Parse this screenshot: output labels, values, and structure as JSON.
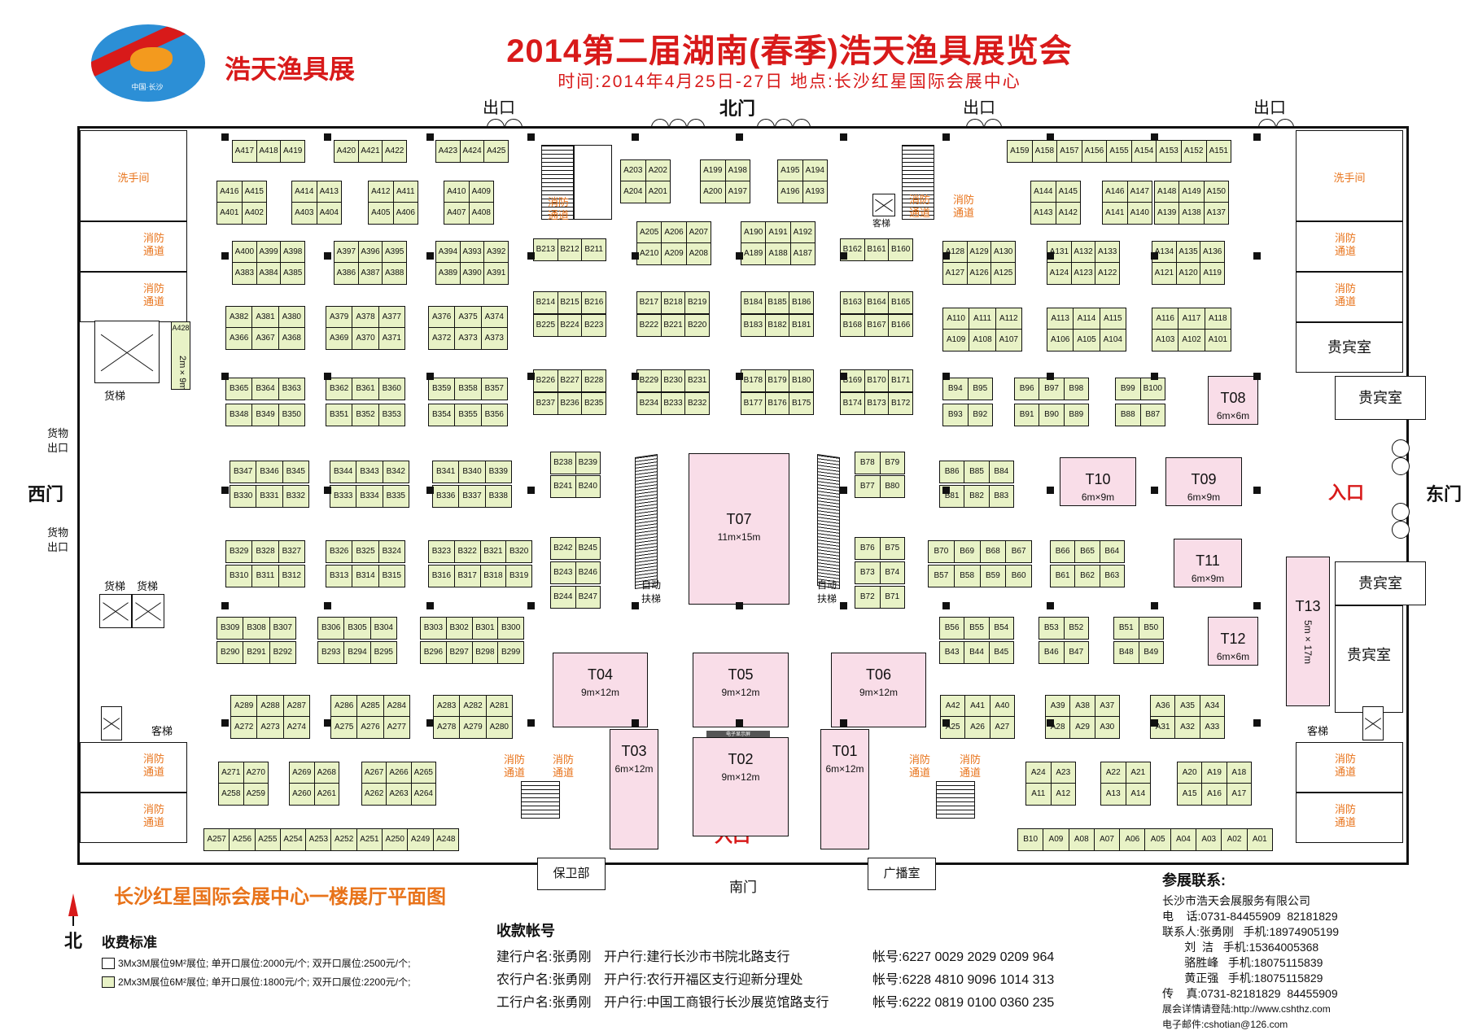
{
  "header": {
    "title": "2014第二届湖南(春季)浩天渔具展览会",
    "subtitle": "时间:2014年4月25日-27日    地点:长沙红星国际会展中心",
    "logo_name": "浩天渔具展",
    "logo_sub": "中国·长沙"
  },
  "gates": {
    "north": "北门",
    "south": "南门",
    "west": "西门",
    "east": "东门",
    "exit": "出口",
    "entrance": "入口",
    "cargo_exit": "货物\n出口"
  },
  "rooms": {
    "restroom": "洗手间",
    "fire_passage": "消防\n通道",
    "vip": "贵宾室",
    "cargo_lift": "货梯",
    "passenger_lift": "客梯",
    "escalator": "自动\n扶梯",
    "security": "保卫部",
    "broadcast": "广播室",
    "a428_size": "2m×9m",
    "screen": "电子显示屏"
  },
  "booth_rows": [
    {
      "id": "r1a",
      "codes": [
        "A417",
        "A418",
        "A419"
      ]
    },
    {
      "id": "r1b",
      "codes": [
        "A420",
        "A421",
        "A422"
      ]
    },
    {
      "id": "r1c",
      "codes": [
        "A423",
        "A424",
        "A425"
      ]
    },
    {
      "id": "r2a",
      "codes": [
        "A416",
        "A415"
      ]
    },
    {
      "id": "r2b",
      "codes": [
        "A414",
        "A413"
      ]
    },
    {
      "id": "r2c",
      "codes": [
        "A412",
        "A411"
      ]
    },
    {
      "id": "r2d",
      "codes": [
        "A410",
        "A409"
      ]
    },
    {
      "id": "r3a",
      "codes": [
        "A401",
        "A402"
      ]
    },
    {
      "id": "r3b",
      "codes": [
        "A403",
        "A404"
      ]
    },
    {
      "id": "r3c",
      "codes": [
        "A405",
        "A406"
      ]
    },
    {
      "id": "r3d",
      "codes": [
        "A407",
        "A408"
      ]
    },
    {
      "id": "c1a",
      "codes": [
        "A203",
        "A202"
      ]
    },
    {
      "id": "c1b",
      "codes": [
        "A204",
        "A201"
      ]
    },
    {
      "id": "c1c",
      "codes": [
        "A199",
        "A198"
      ]
    },
    {
      "id": "c1d",
      "codes": [
        "A200",
        "A197"
      ]
    },
    {
      "id": "c1e",
      "codes": [
        "A195",
        "A194"
      ]
    },
    {
      "id": "c1f",
      "codes": [
        "A196",
        "A193"
      ]
    },
    {
      "id": "c2a",
      "codes": [
        "A205",
        "A206",
        "A207"
      ]
    },
    {
      "id": "c2b",
      "codes": [
        "A210",
        "A209",
        "A208"
      ]
    },
    {
      "id": "c2c",
      "codes": [
        "A190",
        "A191",
        "A192"
      ]
    },
    {
      "id": "c2d",
      "codes": [
        "A189",
        "A188",
        "A187"
      ]
    },
    {
      "id": "e1",
      "codes": [
        "A159",
        "A158",
        "A157",
        "A156",
        "A155",
        "A154",
        "A153",
        "A152",
        "A151"
      ]
    },
    {
      "id": "e2a",
      "codes": [
        "A144",
        "A145"
      ]
    },
    {
      "id": "e2b",
      "codes": [
        "A146",
        "A147"
      ]
    },
    {
      "id": "e2c",
      "codes": [
        "A148",
        "A149",
        "A150"
      ]
    },
    {
      "id": "e3a",
      "codes": [
        "A143",
        "A142"
      ]
    },
    {
      "id": "e3b",
      "codes": [
        "A141",
        "A140"
      ]
    },
    {
      "id": "e3c",
      "codes": [
        "A139",
        "A138",
        "A137"
      ]
    },
    {
      "id": "w4a",
      "codes": [
        "A400",
        "A399",
        "A398"
      ]
    },
    {
      "id": "w4b",
      "codes": [
        "A397",
        "A396",
        "A395"
      ]
    },
    {
      "id": "w4c",
      "codes": [
        "A394",
        "A393",
        "A392"
      ]
    },
    {
      "id": "w5a",
      "codes": [
        "A383",
        "A384",
        "A385"
      ]
    },
    {
      "id": "w5b",
      "codes": [
        "A386",
        "A387",
        "A388"
      ]
    },
    {
      "id": "w5c",
      "codes": [
        "A389",
        "A390",
        "A391"
      ]
    },
    {
      "id": "b1",
      "codes": [
        "B213",
        "B212",
        "B211"
      ]
    },
    {
      "id": "b2",
      "codes": [
        "B162",
        "B161",
        "B160"
      ]
    },
    {
      "id": "e4a",
      "codes": [
        "A128",
        "A129",
        "A130"
      ]
    },
    {
      "id": "e4b",
      "codes": [
        "A131",
        "A132",
        "A133"
      ]
    },
    {
      "id": "e4c",
      "codes": [
        "A134",
        "A135",
        "A136"
      ]
    },
    {
      "id": "e5a",
      "codes": [
        "A127",
        "A126",
        "A125"
      ]
    },
    {
      "id": "e5b",
      "codes": [
        "A124",
        "A123",
        "A122"
      ]
    },
    {
      "id": "e5c",
      "codes": [
        "A121",
        "A120",
        "A119"
      ]
    },
    {
      "id": "w6a",
      "codes": [
        "A382",
        "A381",
        "A380"
      ]
    },
    {
      "id": "w6b",
      "codes": [
        "A379",
        "A378",
        "A377"
      ]
    },
    {
      "id": "w6c",
      "codes": [
        "A376",
        "A375",
        "A374"
      ]
    },
    {
      "id": "w7a",
      "codes": [
        "A366",
        "A367",
        "A368"
      ]
    },
    {
      "id": "w7b",
      "codes": [
        "A369",
        "A370",
        "A371"
      ]
    },
    {
      "id": "w7c",
      "codes": [
        "A372",
        "A373",
        "A373"
      ]
    },
    {
      "id": "m1a",
      "codes": [
        "B214",
        "B215",
        "B216"
      ]
    },
    {
      "id": "m1b",
      "codes": [
        "B225",
        "B224",
        "B223"
      ]
    },
    {
      "id": "m1c",
      "codes": [
        "B217",
        "B218",
        "B219"
      ]
    },
    {
      "id": "m1d",
      "codes": [
        "B222",
        "B221",
        "B220"
      ]
    },
    {
      "id": "m1e",
      "codes": [
        "B184",
        "B185",
        "B186"
      ]
    },
    {
      "id": "m1f",
      "codes": [
        "B183",
        "B182",
        "B181"
      ]
    },
    {
      "id": "m1g",
      "codes": [
        "B163",
        "B164",
        "B165"
      ]
    },
    {
      "id": "m1h",
      "codes": [
        "B168",
        "B167",
        "B166"
      ]
    },
    {
      "id": "e6a",
      "codes": [
        "A110",
        "A111",
        "A112"
      ]
    },
    {
      "id": "e6b",
      "codes": [
        "A113",
        "A114",
        "A115"
      ]
    },
    {
      "id": "e6c",
      "codes": [
        "A116",
        "A117",
        "A118"
      ]
    },
    {
      "id": "e7a",
      "codes": [
        "A109",
        "A108",
        "A107"
      ]
    },
    {
      "id": "e7b",
      "codes": [
        "A106",
        "A105",
        "A104"
      ]
    },
    {
      "id": "e7c",
      "codes": [
        "A103",
        "A102",
        "A101"
      ]
    },
    {
      "id": "w8a",
      "codes": [
        "B365",
        "B364",
        "B363"
      ]
    },
    {
      "id": "w8b",
      "codes": [
        "B362",
        "B361",
        "B360"
      ]
    },
    {
      "id": "w8c",
      "codes": [
        "B359",
        "B358",
        "B357"
      ]
    },
    {
      "id": "w9a",
      "codes": [
        "B348",
        "B349",
        "B350"
      ]
    },
    {
      "id": "w9b",
      "codes": [
        "B351",
        "B352",
        "B353"
      ]
    },
    {
      "id": "w9c",
      "codes": [
        "B354",
        "B355",
        "B356"
      ]
    },
    {
      "id": "m2a",
      "codes": [
        "B226",
        "B227",
        "B228"
      ]
    },
    {
      "id": "m2b",
      "codes": [
        "B237",
        "B236",
        "B235"
      ]
    },
    {
      "id": "m2c",
      "codes": [
        "B229",
        "B230",
        "B231"
      ]
    },
    {
      "id": "m2d",
      "codes": [
        "B234",
        "B233",
        "B232"
      ]
    },
    {
      "id": "m2e",
      "codes": [
        "B178",
        "B179",
        "B180"
      ]
    },
    {
      "id": "m2f",
      "codes": [
        "B177",
        "B176",
        "B175"
      ]
    },
    {
      "id": "m2g",
      "codes": [
        "B169",
        "B170",
        "B171"
      ]
    },
    {
      "id": "m2h",
      "codes": [
        "B174",
        "B173",
        "B172"
      ]
    },
    {
      "id": "e8a",
      "codes": [
        "B94",
        "B95"
      ]
    },
    {
      "id": "e8b",
      "codes": [
        "B93",
        "B92"
      ]
    },
    {
      "id": "e8c",
      "codes": [
        "B96",
        "B97",
        "B98"
      ]
    },
    {
      "id": "e8d",
      "codes": [
        "B91",
        "B90",
        "B89"
      ]
    },
    {
      "id": "e8e",
      "codes": [
        "B99",
        "B100"
      ]
    },
    {
      "id": "e8f",
      "codes": [
        "B88",
        "B87"
      ]
    },
    {
      "id": "w10a",
      "codes": [
        "B347",
        "B346",
        "B345"
      ]
    },
    {
      "id": "w10b",
      "codes": [
        "B344",
        "B343",
        "B342"
      ]
    },
    {
      "id": "w10c",
      "codes": [
        "B341",
        "B340",
        "B339"
      ]
    },
    {
      "id": "w11a",
      "codes": [
        "B330",
        "B331",
        "B332"
      ]
    },
    {
      "id": "w11b",
      "codes": [
        "B333",
        "B334",
        "B335"
      ]
    },
    {
      "id": "w11c",
      "codes": [
        "B336",
        "B337",
        "B338"
      ]
    },
    {
      "id": "m3a",
      "codes": [
        "B238",
        "B239"
      ]
    },
    {
      "id": "m3b",
      "codes": [
        "B241",
        "B240"
      ]
    },
    {
      "id": "m3c",
      "codes": [
        "B78",
        "B79"
      ]
    },
    {
      "id": "m3d",
      "codes": [
        "B77",
        "B80"
      ]
    },
    {
      "id": "e9a",
      "codes": [
        "B86",
        "B85",
        "B84"
      ]
    },
    {
      "id": "e9b",
      "codes": [
        "B81",
        "B82",
        "B83"
      ]
    },
    {
      "id": "w12a",
      "codes": [
        "B329",
        "B328",
        "B327"
      ]
    },
    {
      "id": "w12b",
      "codes": [
        "B326",
        "B325",
        "B324"
      ]
    },
    {
      "id": "w12c",
      "codes": [
        "B323",
        "B322",
        "B321",
        "B320"
      ]
    },
    {
      "id": "w13a",
      "codes": [
        "B310",
        "B311",
        "B312"
      ]
    },
    {
      "id": "w13b",
      "codes": [
        "B313",
        "B314",
        "B315"
      ]
    },
    {
      "id": "w13c",
      "codes": [
        "B316",
        "B317",
        "B318",
        "B319"
      ]
    },
    {
      "id": "m4a",
      "codes": [
        "B242",
        "B245"
      ]
    },
    {
      "id": "m4b",
      "codes": [
        "B243",
        "B246"
      ]
    },
    {
      "id": "m4c",
      "codes": [
        "B244",
        "B247"
      ]
    },
    {
      "id": "m4d",
      "codes": [
        "B76",
        "B75"
      ]
    },
    {
      "id": "m4e",
      "codes": [
        "B73",
        "B74"
      ]
    },
    {
      "id": "m4f",
      "codes": [
        "B72",
        "B71"
      ]
    },
    {
      "id": "e10a",
      "codes": [
        "B70",
        "B69",
        "B68",
        "B67"
      ]
    },
    {
      "id": "e10b",
      "codes": [
        "B66",
        "B65",
        "B64"
      ]
    },
    {
      "id": "e11a",
      "codes": [
        "B57",
        "B58",
        "B59",
        "B60"
      ]
    },
    {
      "id": "e11b",
      "codes": [
        "B61",
        "B62",
        "B63"
      ]
    },
    {
      "id": "w14a",
      "codes": [
        "B309",
        "B308",
        "B307"
      ]
    },
    {
      "id": "w14b",
      "codes": [
        "B306",
        "B305",
        "B304"
      ]
    },
    {
      "id": "w14c",
      "codes": [
        "B303",
        "B302",
        "B301",
        "B300"
      ]
    },
    {
      "id": "w15a",
      "codes": [
        "B290",
        "B291",
        "B292"
      ]
    },
    {
      "id": "w15b",
      "codes": [
        "B293",
        "B294",
        "B295"
      ]
    },
    {
      "id": "w15c",
      "codes": [
        "B296",
        "B297",
        "B298",
        "B299"
      ]
    },
    {
      "id": "e12a",
      "codes": [
        "B56",
        "B55",
        "B54"
      ]
    },
    {
      "id": "e12b",
      "codes": [
        "B53",
        "B52"
      ]
    },
    {
      "id": "e12c",
      "codes": [
        "B51",
        "B50"
      ]
    },
    {
      "id": "e13a",
      "codes": [
        "B43",
        "B44",
        "B45"
      ]
    },
    {
      "id": "e13b",
      "codes": [
        "B46",
        "B47"
      ]
    },
    {
      "id": "e13c",
      "codes": [
        "B48",
        "B49"
      ]
    },
    {
      "id": "w16a",
      "codes": [
        "A289",
        "A288",
        "A287"
      ]
    },
    {
      "id": "w16b",
      "codes": [
        "A286",
        "A285",
        "A284"
      ]
    },
    {
      "id": "w16c",
      "codes": [
        "A283",
        "A282",
        "A281"
      ]
    },
    {
      "id": "w17a",
      "codes": [
        "A272",
        "A273",
        "A274"
      ]
    },
    {
      "id": "w17b",
      "codes": [
        "A275",
        "A276",
        "A277"
      ]
    },
    {
      "id": "w17c",
      "codes": [
        "A278",
        "A279",
        "A280"
      ]
    },
    {
      "id": "e14a",
      "codes": [
        "A42",
        "A41",
        "A40"
      ]
    },
    {
      "id": "e14b",
      "codes": [
        "A39",
        "A38",
        "A37"
      ]
    },
    {
      "id": "e14c",
      "codes": [
        "A36",
        "A35",
        "A34"
      ]
    },
    {
      "id": "e15a",
      "codes": [
        "A25",
        "A26",
        "A27"
      ]
    },
    {
      "id": "e15b",
      "codes": [
        "A28",
        "A29",
        "A30"
      ]
    },
    {
      "id": "e15c",
      "codes": [
        "A31",
        "A32",
        "A33"
      ]
    },
    {
      "id": "w18a",
      "codes": [
        "A271",
        "A270"
      ]
    },
    {
      "id": "w18b",
      "codes": [
        "A269",
        "A268"
      ]
    },
    {
      "id": "w18c",
      "codes": [
        "A267",
        "A266",
        "A265"
      ]
    },
    {
      "id": "w19a",
      "codes": [
        "A258",
        "A259"
      ]
    },
    {
      "id": "w19b",
      "codes": [
        "A260",
        "A261"
      ]
    },
    {
      "id": "w19c",
      "codes": [
        "A262",
        "A263",
        "A264"
      ]
    },
    {
      "id": "e16a",
      "codes": [
        "A24",
        "A23"
      ]
    },
    {
      "id": "e16b",
      "codes": [
        "A22",
        "A21"
      ]
    },
    {
      "id": "e16c",
      "codes": [
        "A20",
        "A19",
        "A18"
      ]
    },
    {
      "id": "e17a",
      "codes": [
        "A11",
        "A12"
      ]
    },
    {
      "id": "e17b",
      "codes": [
        "A13",
        "A14"
      ]
    },
    {
      "id": "e17c",
      "codes": [
        "A15",
        "A16",
        "A17"
      ]
    },
    {
      "id": "s1",
      "codes": [
        "A257",
        "A256",
        "A255",
        "A254",
        "A253",
        "A252",
        "A251",
        "A250",
        "A249",
        "A248"
      ]
    },
    {
      "id": "s2",
      "codes": [
        "B10",
        "A09",
        "A08",
        "A07",
        "A06",
        "A05",
        "A04",
        "A03",
        "A02",
        "A01"
      ]
    }
  ],
  "a428": "A428",
  "specials": [
    {
      "id": "T08",
      "code": "T08",
      "size": "6m×6m"
    },
    {
      "id": "T10",
      "code": "T10",
      "size": "6m×9m"
    },
    {
      "id": "T09",
      "code": "T09",
      "size": "6m×9m"
    },
    {
      "id": "T11",
      "code": "T11",
      "size": "6m×9m"
    },
    {
      "id": "T12",
      "code": "T12",
      "size": "6m×6m"
    },
    {
      "id": "T13",
      "code": "T13",
      "size": "5m×17m"
    },
    {
      "id": "T07",
      "code": "T07",
      "size": "11m×15m"
    },
    {
      "id": "T04",
      "code": "T04",
      "size": "9m×12m"
    },
    {
      "id": "T05",
      "code": "T05",
      "size": "9m×12m"
    },
    {
      "id": "T06",
      "code": "T06",
      "size": "9m×12m"
    },
    {
      "id": "T03",
      "code": "T03",
      "size": "6m×12m"
    },
    {
      "id": "T02",
      "code": "T02",
      "size": "9m×12m"
    },
    {
      "id": "T01",
      "code": "T01",
      "size": "6m×12m"
    }
  ],
  "plan_title": "长沙红星国际会展中心一楼展厅平面图",
  "north": "北",
  "fees": {
    "title": "收费标准",
    "rows": [
      {
        "color": "#ffffff",
        "text": "3Mx3M展位9M²展位;  单开口展位:2000元/个;  双开口展位:2500元/个;"
      },
      {
        "color": "#e8f2c6",
        "text": "2Mx3M展位6M²展位;  单开口展位:1800元/个;  双开口展位:2200元/个;"
      }
    ]
  },
  "accounts": {
    "title": "收款帐号",
    "rows": [
      {
        "name": "建行户名:张勇刚",
        "bank": "开户行:建行长沙市书院北路支行",
        "no": "帐号:6227 0029 2029 0209 964"
      },
      {
        "name": "农行户名:张勇刚",
        "bank": "开户行:农行开福区支行迎新分理处",
        "no": "帐号:6228 4810 9096 1014 313"
      },
      {
        "name": "工行户名:张勇刚",
        "bank": "开户行:中国工商银行长沙展览馆路支行",
        "no": "帐号:6222 0819 0100 0360 235"
      }
    ]
  },
  "contact": {
    "title": "参展联系:",
    "company": "长沙市浩天会展服务有限公司",
    "phone": "电    话:0731-84455909  82181829",
    "p1": "联系人:张勇刚   手机:18974905199",
    "p2": "       刘  洁   手机:15364005368",
    "p3": "       骆胜峰   手机:18075115839",
    "p4": "       黄正强   手机:18075115829",
    "fax": "传    真:0731-82181829  84455909",
    "web": "展会详情请登陆:http://www.cshthz.com",
    "email": "电子邮件:cshotian@126.com"
  }
}
